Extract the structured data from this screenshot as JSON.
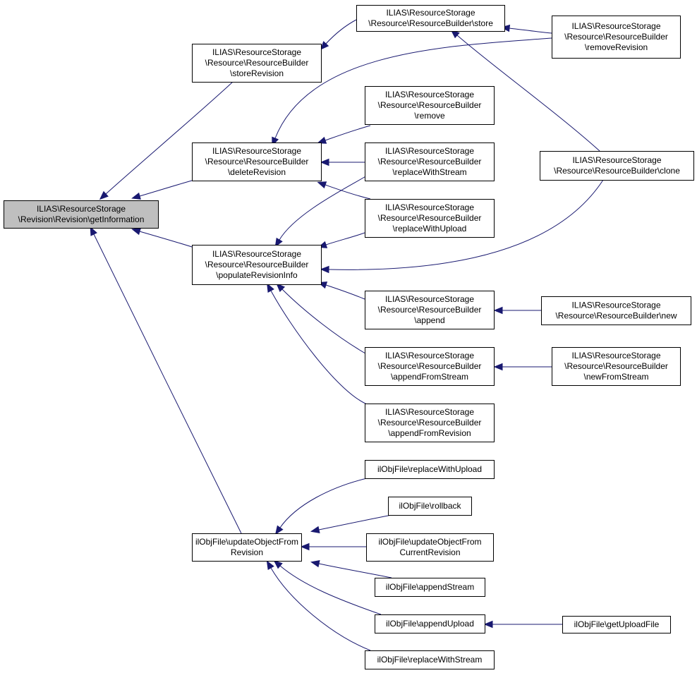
{
  "colors": {
    "edge": "#191970",
    "node_fill": "#ffffff",
    "root_fill": "#bfbfbf",
    "node_border": "#000000"
  },
  "nodes": {
    "root": [
      "ILIAS\\ResourceStorage",
      "\\Revision\\Revision\\getInformation"
    ],
    "storeRevision": [
      "ILIAS\\ResourceStorage",
      "\\Resource\\ResourceBuilder",
      "\\storeRevision"
    ],
    "deleteRevision": [
      "ILIAS\\ResourceStorage",
      "\\Resource\\ResourceBuilder",
      "\\deleteRevision"
    ],
    "populateRevisionInfo": [
      "ILIAS\\ResourceStorage",
      "\\Resource\\ResourceBuilder",
      "\\populateRevisionInfo"
    ],
    "updateObjectFromRevision": [
      "ilObjFile\\updateObjectFrom",
      "Revision"
    ],
    "store": [
      "ILIAS\\ResourceStorage",
      "\\Resource\\ResourceBuilder\\store"
    ],
    "remove": [
      "ILIAS\\ResourceStorage",
      "\\Resource\\ResourceBuilder",
      "\\remove"
    ],
    "replaceWithStream": [
      "ILIAS\\ResourceStorage",
      "\\Resource\\ResourceBuilder",
      "\\replaceWithStream"
    ],
    "replaceWithUpload": [
      "ILIAS\\ResourceStorage",
      "\\Resource\\ResourceBuilder",
      "\\replaceWithUpload"
    ],
    "append": [
      "ILIAS\\ResourceStorage",
      "\\Resource\\ResourceBuilder",
      "\\append"
    ],
    "appendFromStream": [
      "ILIAS\\ResourceStorage",
      "\\Resource\\ResourceBuilder",
      "\\appendFromStream"
    ],
    "appendFromRevision": [
      "ILIAS\\ResourceStorage",
      "\\Resource\\ResourceBuilder",
      "\\appendFromRevision"
    ],
    "removeRevision": [
      "ILIAS\\ResourceStorage",
      "\\Resource\\ResourceBuilder",
      "\\removeRevision"
    ],
    "clone": [
      "ILIAS\\ResourceStorage",
      "\\Resource\\ResourceBuilder\\clone"
    ],
    "new": [
      "ILIAS\\ResourceStorage",
      "\\Resource\\ResourceBuilder\\new"
    ],
    "newFromStream": [
      "ILIAS\\ResourceStorage",
      "\\Resource\\ResourceBuilder",
      "\\newFromStream"
    ],
    "ofReplaceWithUpload": [
      "ilObjFile\\replaceWithUpload"
    ],
    "ofRollback": [
      "ilObjFile\\rollback"
    ],
    "ofUpdateObjectFromCurrentRevision": [
      "ilObjFile\\updateObjectFrom",
      "CurrentRevision"
    ],
    "ofAppendStream": [
      "ilObjFile\\appendStream"
    ],
    "ofAppendUpload": [
      "ilObjFile\\appendUpload"
    ],
    "ofReplaceWithStream": [
      "ilObjFile\\replaceWithStream"
    ],
    "ofGetUploadFile": [
      "ilObjFile\\getUploadFile"
    ]
  },
  "edges": [
    {
      "from": "storeRevision",
      "to": "root"
    },
    {
      "from": "deleteRevision",
      "to": "root"
    },
    {
      "from": "populateRevisionInfo",
      "to": "root"
    },
    {
      "from": "updateObjectFromRevision",
      "to": "root"
    },
    {
      "from": "store",
      "to": "storeRevision"
    },
    {
      "from": "removeRevision",
      "to": "store"
    },
    {
      "from": "clone",
      "to": "store"
    },
    {
      "from": "removeRevision",
      "to": "deleteRevision"
    },
    {
      "from": "remove",
      "to": "deleteRevision"
    },
    {
      "from": "replaceWithStream",
      "to": "deleteRevision"
    },
    {
      "from": "replaceWithUpload",
      "to": "deleteRevision"
    },
    {
      "from": "replaceWithStream",
      "to": "populateRevisionInfo"
    },
    {
      "from": "replaceWithUpload",
      "to": "populateRevisionInfo"
    },
    {
      "from": "clone",
      "to": "populateRevisionInfo"
    },
    {
      "from": "append",
      "to": "populateRevisionInfo"
    },
    {
      "from": "appendFromStream",
      "to": "populateRevisionInfo"
    },
    {
      "from": "appendFromRevision",
      "to": "populateRevisionInfo"
    },
    {
      "from": "new",
      "to": "append"
    },
    {
      "from": "newFromStream",
      "to": "appendFromStream"
    },
    {
      "from": "ofReplaceWithUpload",
      "to": "updateObjectFromRevision"
    },
    {
      "from": "ofRollback",
      "to": "updateObjectFromRevision"
    },
    {
      "from": "ofUpdateObjectFromCurrentRevision",
      "to": "updateObjectFromRevision"
    },
    {
      "from": "ofAppendStream",
      "to": "updateObjectFromRevision"
    },
    {
      "from": "ofAppendUpload",
      "to": "updateObjectFromRevision"
    },
    {
      "from": "ofReplaceWithStream",
      "to": "updateObjectFromRevision"
    },
    {
      "from": "ofGetUploadFile",
      "to": "ofAppendUpload"
    }
  ]
}
